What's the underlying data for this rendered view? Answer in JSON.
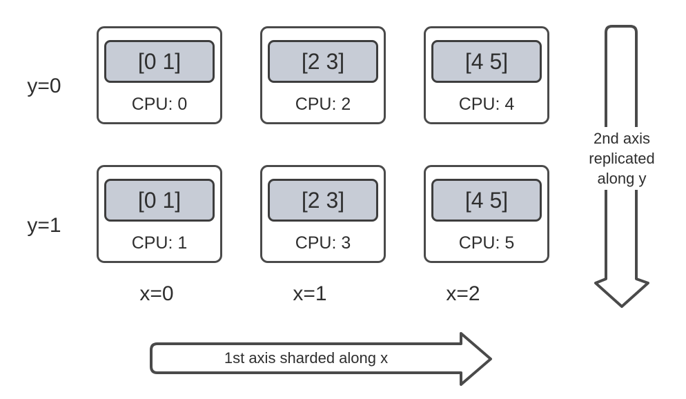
{
  "grid": {
    "row_labels": [
      "y=0",
      "y=1"
    ],
    "col_labels": [
      "x=0",
      "x=1",
      "x=2"
    ],
    "rows": [
      {
        "label": "y=0",
        "cells": [
          {
            "shard": "[0 1]",
            "cpu_label": "CPU: 0"
          },
          {
            "shard": "[2 3]",
            "cpu_label": "CPU: 2"
          },
          {
            "shard": "[4 5]",
            "cpu_label": "CPU: 4"
          }
        ]
      },
      {
        "label": "y=1",
        "cells": [
          {
            "shard": "[0 1]",
            "cpu_label": "CPU: 1"
          },
          {
            "shard": "[2 3]",
            "cpu_label": "CPU: 3"
          },
          {
            "shard": "[4 5]",
            "cpu_label": "CPU: 5"
          }
        ]
      }
    ]
  },
  "arrows": {
    "x_axis": {
      "label": "1st axis sharded along x",
      "direction": "right"
    },
    "y_axis": {
      "label": "2nd axis\nreplicated\nalong y",
      "direction": "down"
    }
  },
  "colors": {
    "background": "#ffffff",
    "border": "#4a4a4a",
    "shard_border": "#3d3d3d",
    "shard_fill": "#c7ccd6",
    "text": "#2e2e2e"
  }
}
